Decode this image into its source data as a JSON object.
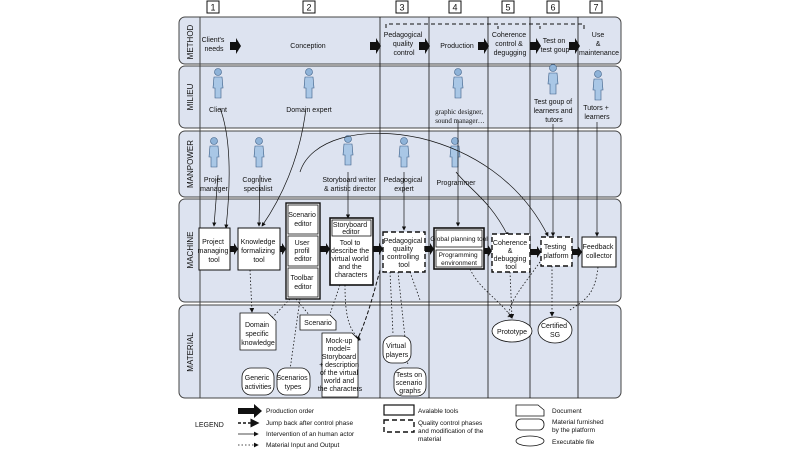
{
  "phases": [
    "1",
    "2",
    "3",
    "4",
    "5",
    "6",
    "7"
  ],
  "lanes": {
    "method": "METHOD",
    "milieu": "MILIEU",
    "manpower": "MANPOWER",
    "machine": "MACHINE",
    "material": "MATERIAL"
  },
  "method_steps": {
    "clients_needs": [
      "Client's",
      "needs"
    ],
    "conception": "Conception",
    "pedagogical_quality_control": [
      "Pedagogical",
      "quality",
      "control"
    ],
    "production": "Production",
    "coherence": [
      "Coherence",
      "control &",
      "degugging"
    ],
    "test": [
      "Test on",
      "test goup"
    ],
    "use": [
      "Use",
      "&",
      "maintenance"
    ]
  },
  "milieu_actors": {
    "client": "Client",
    "domain_expert": "Domain expert",
    "graphic_designer": [
      "graphic designer,",
      "sound manager…"
    ],
    "test_group": [
      "Test goup of",
      "learners and",
      "tutors"
    ],
    "tutors": [
      "Tutors +",
      "learners"
    ]
  },
  "manpower_actors": {
    "project_manager": [
      "Projet",
      "manager"
    ],
    "cognitive_specialist": [
      "Cognitive",
      "specialist"
    ],
    "storyboard_writer": [
      "Storyboard writer",
      "& artistic director"
    ],
    "pedagogical_expert": [
      "Pedagogical",
      "expert"
    ],
    "programmer": "Programmer"
  },
  "tools": {
    "project_managing": [
      "Project",
      "managing",
      "tool"
    ],
    "knowledge_formalizing": [
      "Knowledge",
      "formalizing",
      "tool"
    ],
    "scenario_editor": [
      "Scenario",
      "editor"
    ],
    "user_profil_editor": [
      "User",
      "profil",
      "editor"
    ],
    "toolbar_editor": [
      "Toolbar",
      "editor"
    ],
    "storyboard_editor": [
      "Storyboard",
      "editor"
    ],
    "virtual_world_tool": [
      "Tool to",
      "describe the",
      "virtual world",
      "and the",
      "characters"
    ],
    "pedagogical_quality_tool": [
      "Pedagogical",
      "quality",
      "controlling",
      "tool"
    ],
    "global_planning": "Global planning tool",
    "programming_env": [
      "Programming",
      "environment"
    ],
    "coherence_debugging": [
      "Coherence",
      "&",
      "debugging",
      "tool"
    ],
    "testing_platform": [
      "Testing",
      "platform"
    ],
    "feedback_collector": [
      "Feedback",
      "collector"
    ]
  },
  "materials": {
    "domain_knowledge": [
      "Domain",
      "specific",
      "knowledge"
    ],
    "scenario": "Scenario",
    "mockup": [
      "Mock-up",
      "model=",
      "Storyboard",
      "+ description",
      "of the virtual",
      "world and",
      "the characters"
    ],
    "virtual_players": [
      "Virtual",
      "players"
    ],
    "tests_on_graphs": [
      "Tests on",
      "scenario",
      "graphs"
    ],
    "prototype": "Prototype",
    "certified_sg": [
      "Certified",
      "SG"
    ],
    "generic_activities": [
      "Generic",
      "activities"
    ],
    "scenarios_types": [
      "Scenarios",
      "types"
    ]
  },
  "legend": {
    "title": "LEGEND",
    "production_order": "Production order",
    "jump_back": "Jump back after control phase",
    "intervention": "Intervention of an human actor",
    "material_io": "Material Input and Output",
    "available_tools": "Avalable tools",
    "quality_control": [
      "Quality control phases",
      "and modification of the",
      "material"
    ],
    "document": "Document",
    "material_furnished": [
      "Material furnished",
      "by the platform"
    ],
    "executable": "Executable file"
  }
}
